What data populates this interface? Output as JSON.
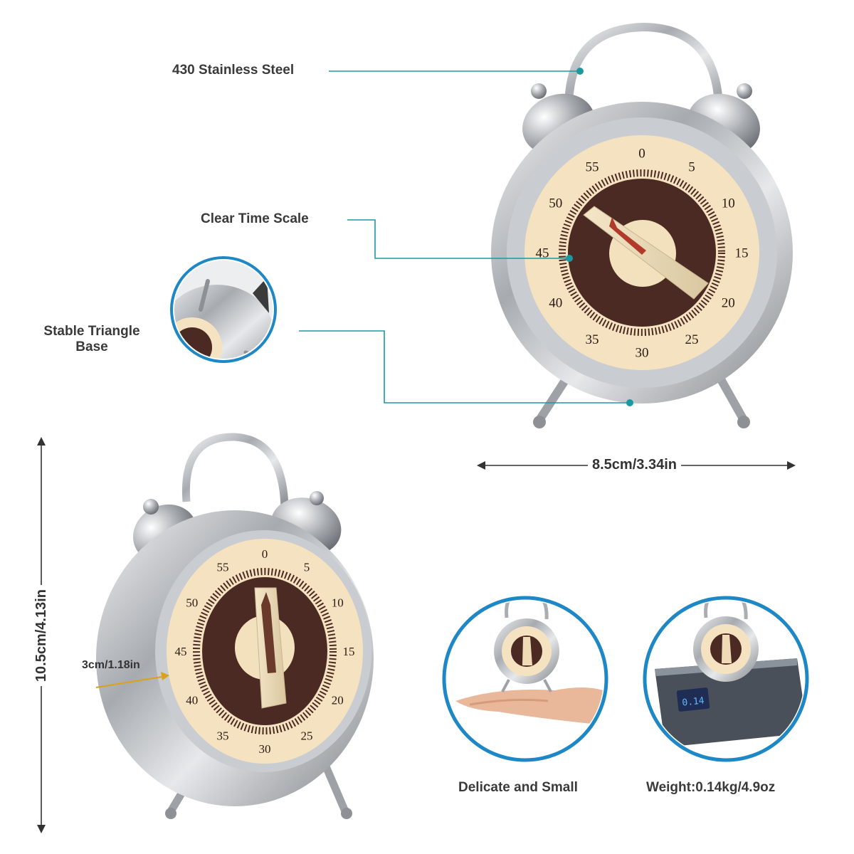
{
  "callouts": {
    "steel": "430 Stainless Steel",
    "scale": "Clear Time Scale",
    "base": "Stable Triangle Base"
  },
  "dimensions": {
    "width": "8.5cm/3.34in",
    "height": "10.5cm/4.13in",
    "depth": "3cm/1.18in"
  },
  "features": {
    "small": "Delicate and Small",
    "weight": "Weight:0.14kg/4.9oz"
  },
  "dial_numbers": [
    "0",
    "5",
    "10",
    "15",
    "20",
    "25",
    "30",
    "35",
    "40",
    "45",
    "50",
    "55"
  ],
  "scale_display": "0.14",
  "colors": {
    "accent": "#1a9aa0",
    "cream": "#f5e2c0",
    "brown": "#4a2a22",
    "steel": "#b9bcc0",
    "ring_blue": "#1e88c7"
  }
}
